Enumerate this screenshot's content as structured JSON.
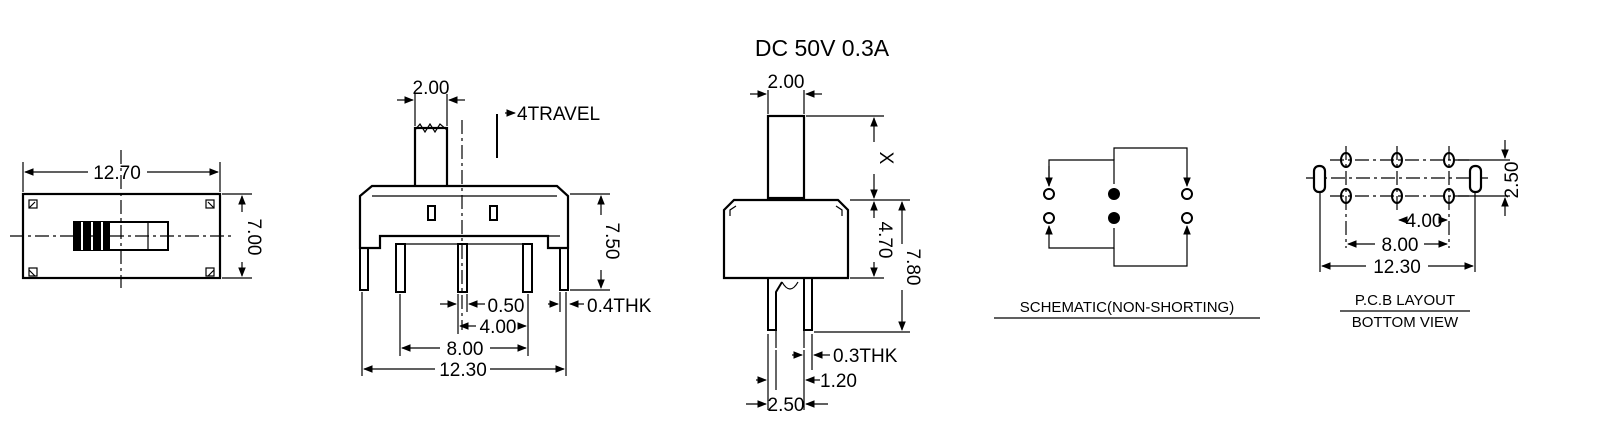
{
  "top_view": {
    "width_dim": "12.70",
    "height_dim": "7.00"
  },
  "front_view": {
    "handle_dim": "2.00",
    "travel": "4TRAVEL",
    "height_dim": "7.50",
    "pin_width": "0.50",
    "pin_pitch": "4.00",
    "thickness": "0.4THK",
    "pin_span": "8.00",
    "overall_width": "12.30"
  },
  "side_view": {
    "rating": "DC  50V  0.3A",
    "handle_dim": "2.00",
    "handle_height": "X",
    "body_height": "4.70",
    "overall_height": "7.80",
    "thickness": "0.3THK",
    "pin_gap": "1.20",
    "pin_span": "2.50"
  },
  "schematic": {
    "caption": "SCHEMATIC(NON-SHORTING)"
  },
  "pcb_layout": {
    "row_pitch": "2.50",
    "pin_pitch": "4.00",
    "pin_span": "8.00",
    "overall_width": "12.30",
    "caption_line1": "P.C.B LAYOUT",
    "caption_line2": "BOTTOM VIEW"
  }
}
